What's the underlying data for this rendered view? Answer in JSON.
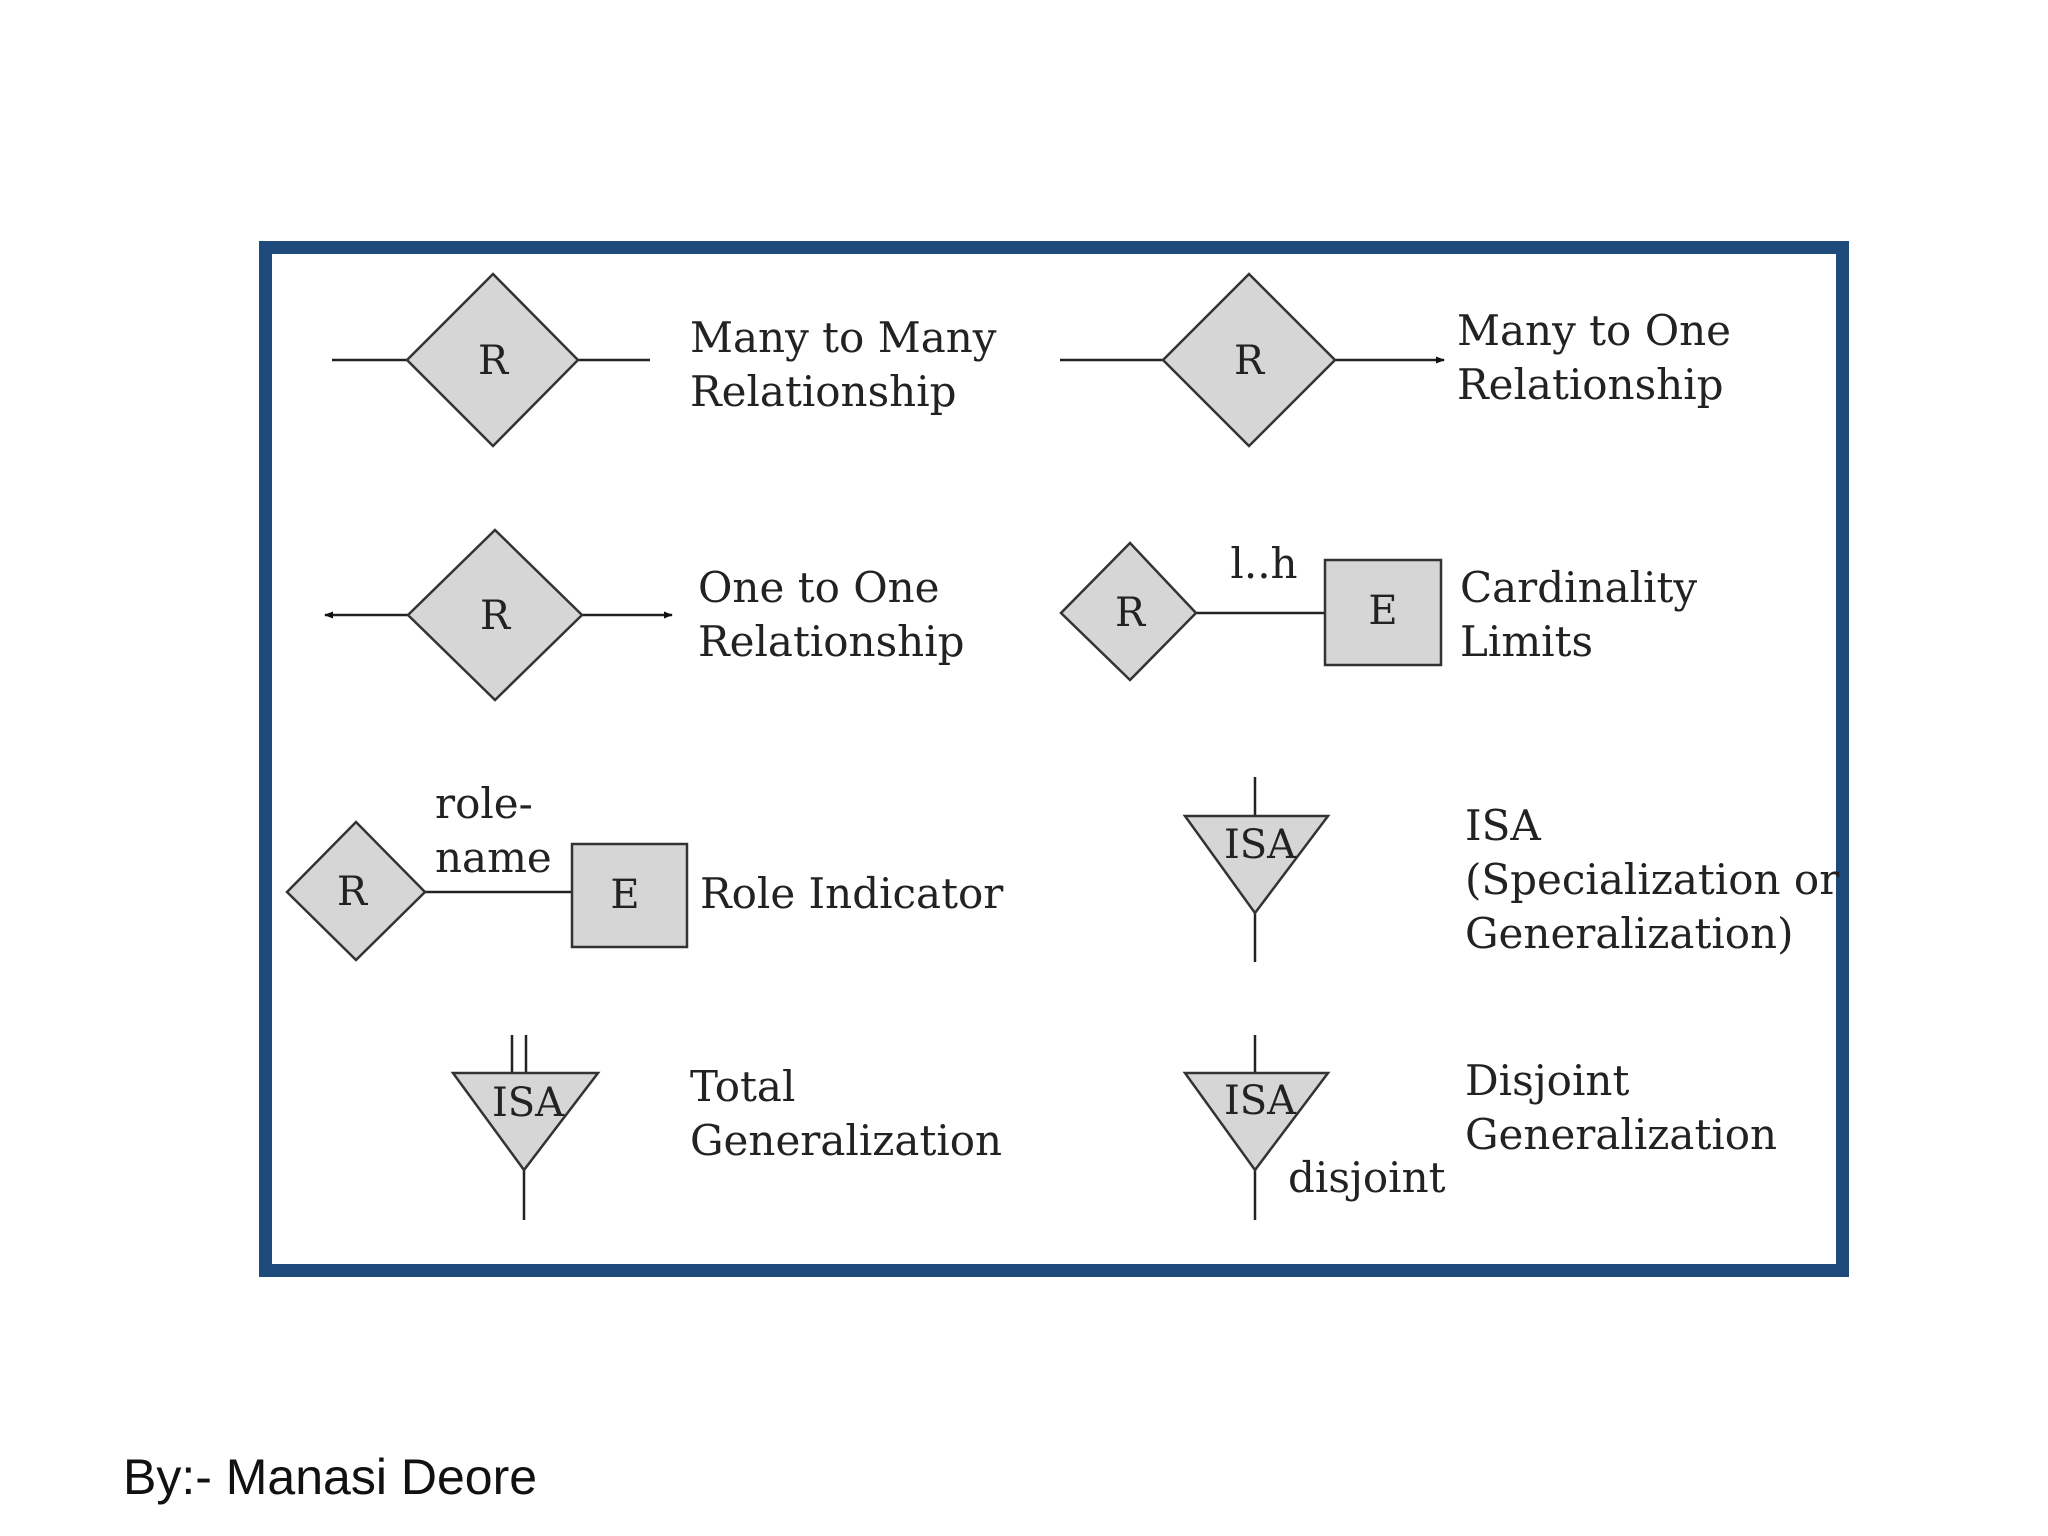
{
  "symbols": {
    "many_to_many": {
      "symbol": "R",
      "label": [
        "Many to Many",
        "Relationship"
      ]
    },
    "many_to_one": {
      "symbol": "R",
      "label": [
        "Many to One",
        "Relationship"
      ]
    },
    "one_to_one": {
      "symbol": "R",
      "label": [
        "One to One",
        "Relationship"
      ]
    },
    "cardinality": {
      "rel": "R",
      "entity": "E",
      "limit": "l..h",
      "label": [
        "Cardinality",
        "Limits"
      ]
    },
    "role_indicator": {
      "rel": "R",
      "entity": "E",
      "role": [
        "role-",
        "name"
      ],
      "label": [
        "Role Indicator"
      ]
    },
    "isa": {
      "symbol": "ISA",
      "label": [
        "ISA",
        "(Specialization or",
        "Generalization)"
      ]
    },
    "total_generalization": {
      "symbol": "ISA",
      "label": [
        "Total",
        "Generalization"
      ]
    },
    "disjoint_generalization": {
      "symbol": "ISA",
      "annotation": "disjoint",
      "label": [
        "Disjoint",
        "Generalization"
      ]
    }
  },
  "colors": {
    "frame": "#1f4a7c",
    "shape_fill": "#d6d6d6"
  },
  "author": "By:- Manasi Deore"
}
